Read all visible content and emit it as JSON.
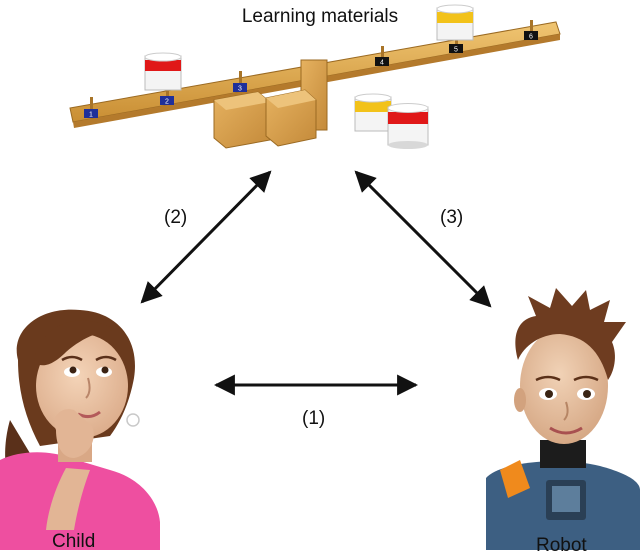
{
  "labels": {
    "materials": "Learning materials",
    "child": "Child",
    "robot": "Robot",
    "link_child_materials": "(2)",
    "link_robot_materials": "(3)",
    "link_child_robot": "(1)"
  },
  "balance": {
    "peg_numbers": [
      "1",
      "2",
      "3",
      "4",
      "5",
      "6"
    ]
  },
  "colors": {
    "arrow": "#111111",
    "wood": "#d9a54a",
    "cup_red": "#e01818",
    "cup_yellow": "#f2c21a",
    "peg_tag_blue": "#1f2f9a",
    "peg_tag_black": "#111111",
    "child_shirt": "#ee4fa0",
    "robot_body": "#3d5f82"
  }
}
